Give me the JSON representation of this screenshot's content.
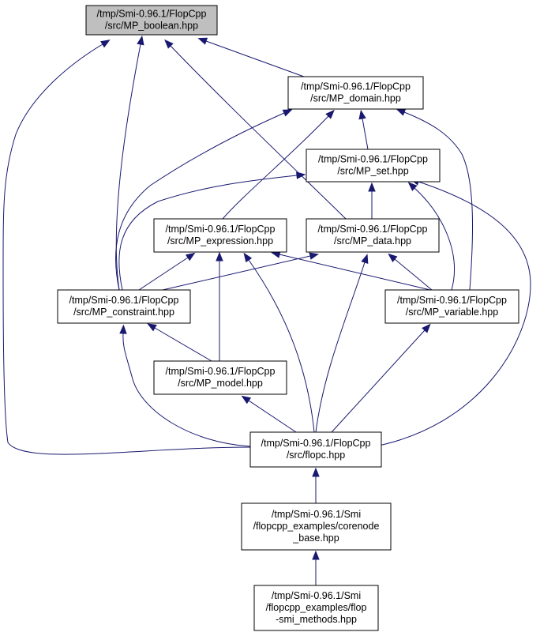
{
  "graph": {
    "nodes": [
      {
        "id": "boolean",
        "lines": [
          "/tmp/Smi-0.96.1/FlopCpp",
          "/src/MP_boolean.hpp"
        ],
        "highlighted": true
      },
      {
        "id": "domain",
        "lines": [
          "/tmp/Smi-0.96.1/FlopCpp",
          "/src/MP_domain.hpp"
        ]
      },
      {
        "id": "set",
        "lines": [
          "/tmp/Smi-0.96.1/FlopCpp",
          "/src/MP_set.hpp"
        ]
      },
      {
        "id": "expression",
        "lines": [
          "/tmp/Smi-0.96.1/FlopCpp",
          "/src/MP_expression.hpp"
        ]
      },
      {
        "id": "data",
        "lines": [
          "/tmp/Smi-0.96.1/FlopCpp",
          "/src/MP_data.hpp"
        ]
      },
      {
        "id": "constraint",
        "lines": [
          "/tmp/Smi-0.96.1/FlopCpp",
          "/src/MP_constraint.hpp"
        ]
      },
      {
        "id": "variable",
        "lines": [
          "/tmp/Smi-0.96.1/FlopCpp",
          "/src/MP_variable.hpp"
        ]
      },
      {
        "id": "model",
        "lines": [
          "/tmp/Smi-0.96.1/FlopCpp",
          "/src/MP_model.hpp"
        ]
      },
      {
        "id": "flopc",
        "lines": [
          "/tmp/Smi-0.96.1/FlopCpp",
          "/src/flopc.hpp"
        ]
      },
      {
        "id": "corenode",
        "lines": [
          "/tmp/Smi-0.96.1/Smi",
          "/flopcpp_examples/corenode",
          "_base.hpp"
        ]
      },
      {
        "id": "methods",
        "lines": [
          "/tmp/Smi-0.96.1/Smi",
          "/flopcpp_examples/flop",
          "-smi_methods.hpp"
        ]
      }
    ],
    "edges": [
      {
        "from": "domain",
        "to": "boolean"
      },
      {
        "from": "constraint",
        "to": "boolean"
      },
      {
        "from": "data",
        "to": "boolean"
      },
      {
        "from": "flopc",
        "to": "boolean"
      },
      {
        "from": "set",
        "to": "domain"
      },
      {
        "from": "expression",
        "to": "domain"
      },
      {
        "from": "constraint",
        "to": "domain"
      },
      {
        "from": "variable",
        "to": "domain"
      },
      {
        "from": "data",
        "to": "set"
      },
      {
        "from": "constraint",
        "to": "set"
      },
      {
        "from": "variable",
        "to": "set"
      },
      {
        "from": "flopc",
        "to": "set"
      },
      {
        "from": "constraint",
        "to": "expression"
      },
      {
        "from": "variable",
        "to": "expression"
      },
      {
        "from": "model",
        "to": "expression"
      },
      {
        "from": "flopc",
        "to": "expression"
      },
      {
        "from": "constraint",
        "to": "data"
      },
      {
        "from": "variable",
        "to": "data"
      },
      {
        "from": "flopc",
        "to": "data"
      },
      {
        "from": "model",
        "to": "constraint"
      },
      {
        "from": "flopc",
        "to": "constraint"
      },
      {
        "from": "flopc",
        "to": "variable"
      },
      {
        "from": "flopc",
        "to": "model"
      },
      {
        "from": "corenode",
        "to": "flopc"
      },
      {
        "from": "methods",
        "to": "corenode"
      }
    ]
  },
  "colors": {
    "edge": "#191970",
    "node_border": "#000000",
    "node_fill": "#ffffff",
    "highlight_fill": "#bfbfbf"
  }
}
